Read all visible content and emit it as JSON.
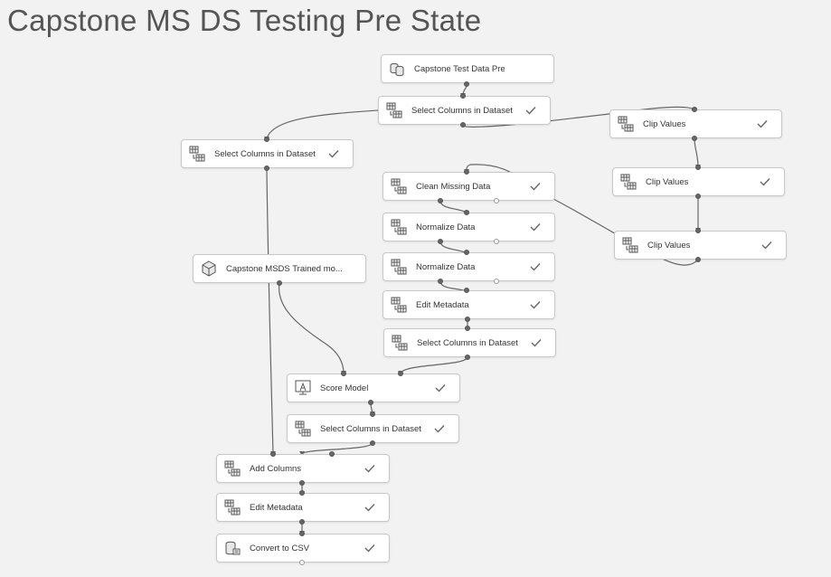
{
  "experiment": {
    "title": "Capstone MS DS Testing Pre State"
  },
  "modules": {
    "dataset": {
      "label": "Capstone Test Data Pre",
      "icon": "dataset-icon",
      "status": ""
    },
    "select_top": {
      "label": "Select Columns in Dataset",
      "icon": "select-columns-icon",
      "status": "completed"
    },
    "select_left": {
      "label": "Select Columns in Dataset",
      "icon": "select-columns-icon",
      "status": "completed"
    },
    "clip_1": {
      "label": "Clip Values",
      "icon": "select-columns-icon",
      "status": "completed"
    },
    "clip_2": {
      "label": "Clip Values",
      "icon": "select-columns-icon",
      "status": "completed"
    },
    "clip_3": {
      "label": "Clip Values",
      "icon": "select-columns-icon",
      "status": "completed"
    },
    "clean": {
      "label": "Clean Missing Data",
      "icon": "select-columns-icon",
      "status": "completed"
    },
    "normalize_1": {
      "label": "Normalize Data",
      "icon": "select-columns-icon",
      "status": "completed"
    },
    "normalize_2": {
      "label": "Normalize Data",
      "icon": "select-columns-icon",
      "status": "completed"
    },
    "edit_meta_mid": {
      "label": "Edit Metadata",
      "icon": "select-columns-icon",
      "status": "completed"
    },
    "select_mid": {
      "label": "Select Columns in Dataset",
      "icon": "select-columns-icon",
      "status": "completed"
    },
    "trained_model": {
      "label": "Capstone MSDS Trained mo...",
      "icon": "trained-model-icon",
      "status": ""
    },
    "score_model": {
      "label": "Score Model",
      "icon": "score-model-icon",
      "status": "completed"
    },
    "select_bottom": {
      "label": "Select Columns in Dataset",
      "icon": "select-columns-icon",
      "status": "completed"
    },
    "add_columns": {
      "label": "Add Columns",
      "icon": "select-columns-icon",
      "status": "completed"
    },
    "edit_meta_bottom": {
      "label": "Edit Metadata",
      "icon": "select-columns-icon",
      "status": "completed"
    },
    "convert_csv": {
      "label": "Convert to CSV",
      "icon": "convert-icon",
      "status": "completed"
    }
  },
  "colors": {
    "canvas_background": "#f2f2f2",
    "module_border": "#c8c8c8",
    "wire": "#666666",
    "check": "#666666"
  }
}
